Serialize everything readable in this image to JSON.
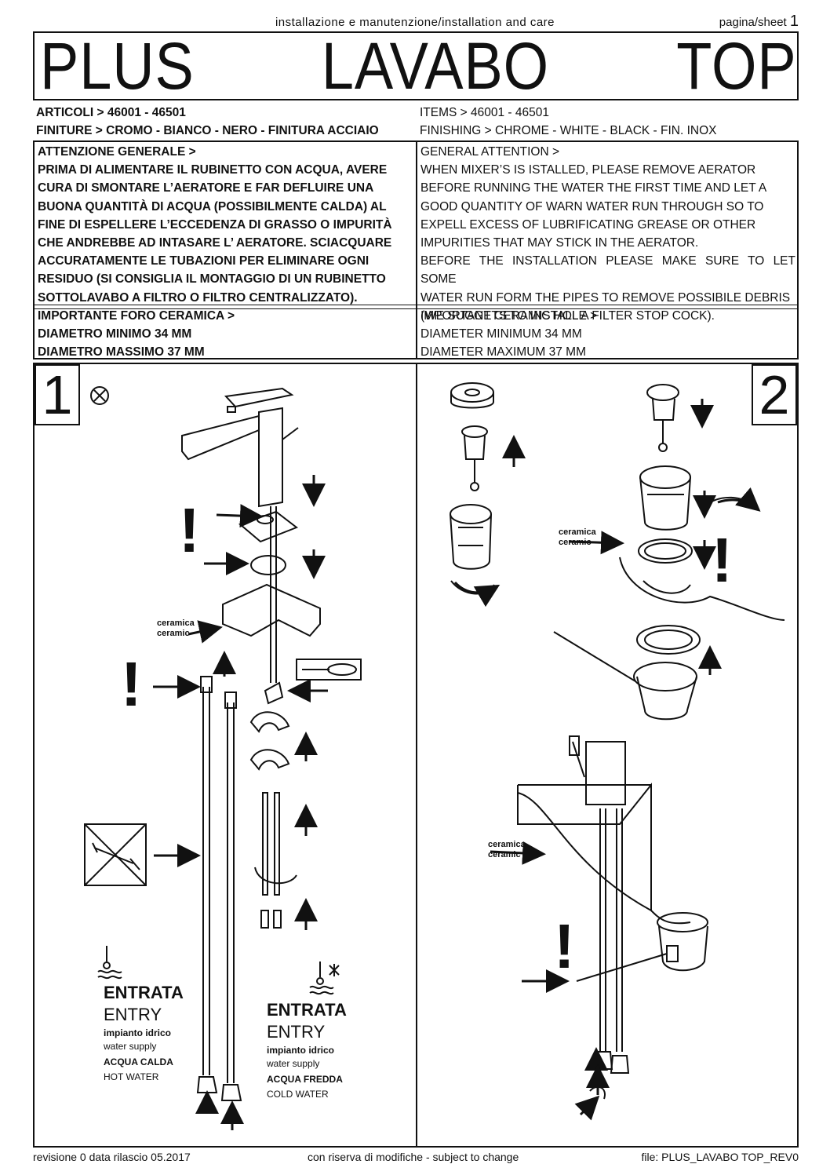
{
  "header": {
    "subtitle": "installazione e manutenzione/installation and care",
    "sheet_label": "pagina/sheet",
    "sheet_number": "1"
  },
  "title": {
    "word1": "PLUS",
    "word2": "LAVABO",
    "word3": "TOP"
  },
  "items": {
    "it_articles": "ARTICOLI > 46001 - 46501",
    "it_finishes": "FINITURE > CROMO - BIANCO - NERO - FINITURA ACCIAIO",
    "en_items": "ITEMS > 46001 - 46501",
    "en_finishing": "FINISHING > CHROME - WHITE - BLACK - FIN. INOX"
  },
  "attention": {
    "it": [
      "ATTENZIONE GENERALE >",
      "PRIMA DI ALIMENTARE IL RUBINETTO CON ACQUA, AVERE",
      "CURA DI SMONTARE L’AERATORE E FAR DEFLUIRE UNA",
      "BUONA QUANTITÀ DI ACQUA (POSSIBILMENTE CALDA) AL",
      "FINE DI ESPELLERE L’ECCEDENZA DI GRASSO O IMPURITÀ",
      "CHE ANDREBBE AD INTASARE L’ AERATORE. SCIACQUARE",
      "ACCURATAMENTE LE TUBAZIONI PER ELIMINARE OGNI",
      "RESIDUO (SI CONSIGLIA IL MONTAGGIO DI UN RUBINETTO",
      "SOTTOLAVABO A FILTRO O FILTRO CENTRALIZZATO)."
    ],
    "en": [
      "GENERAL ATTENTION >",
      "WHEN MIXER’S IS ISTALLED, PLEASE REMOVE AERATOR",
      "BEFORE RUNNING THE WATER THE FIRST TIME AND LET A",
      "GOOD QUANTITY OF WARN WATER RUN THROUGH SO TO",
      "EXPELL EXCESS OF LUBRIFICATING GREASE OR OTHER",
      "IMPURITIES THAT MAY STICK IN THE AERATOR.",
      "BEFORE THE INSTALLATION PLEASE MAKE SURE TO LET SOME",
      "WATER RUN FORM THE PIPES TO REMOVE POSSIBILE DEBRIS",
      "(WE SUGGETS TO INSTALL A FILTER STOP COCK)."
    ]
  },
  "hole": {
    "it": [
      "IMPORTANTE FORO CERAMICA >",
      "DIAMETRO MINIMO 34 MM",
      "DIAMETRO MASSIMO 37 MM"
    ],
    "en": [
      "IMPORTANT CERAMIC HOLE >",
      "DIAMETER MINIMUM 34 MM",
      "DIAMETER MAXIMUM 37 MM"
    ]
  },
  "steps": {
    "step1": "1",
    "step2": "2"
  },
  "labels": {
    "ceramica": "ceramica",
    "ceramic": "ceramic",
    "hot_entrata": "ENTRATA",
    "hot_entry": "ENTRY",
    "hot_impianto": "impianto idrico",
    "hot_supply": "water supply",
    "hot_acqua": "ACQUA CALDA",
    "hot_water": "HOT WATER",
    "cold_entrata": "ENTRATA",
    "cold_entry": "ENTRY",
    "cold_impianto": "impianto idrico",
    "cold_supply": "water supply",
    "cold_acqua": "ACQUA FREDDA",
    "cold_water": "COLD WATER",
    "exclaim": "!"
  },
  "footer": {
    "left": "revisione 0 data rilascio 05.2017",
    "center": "con riserva di modifiche - subject to change",
    "right": "file: PLUS_LAVABO TOP_REV0"
  }
}
